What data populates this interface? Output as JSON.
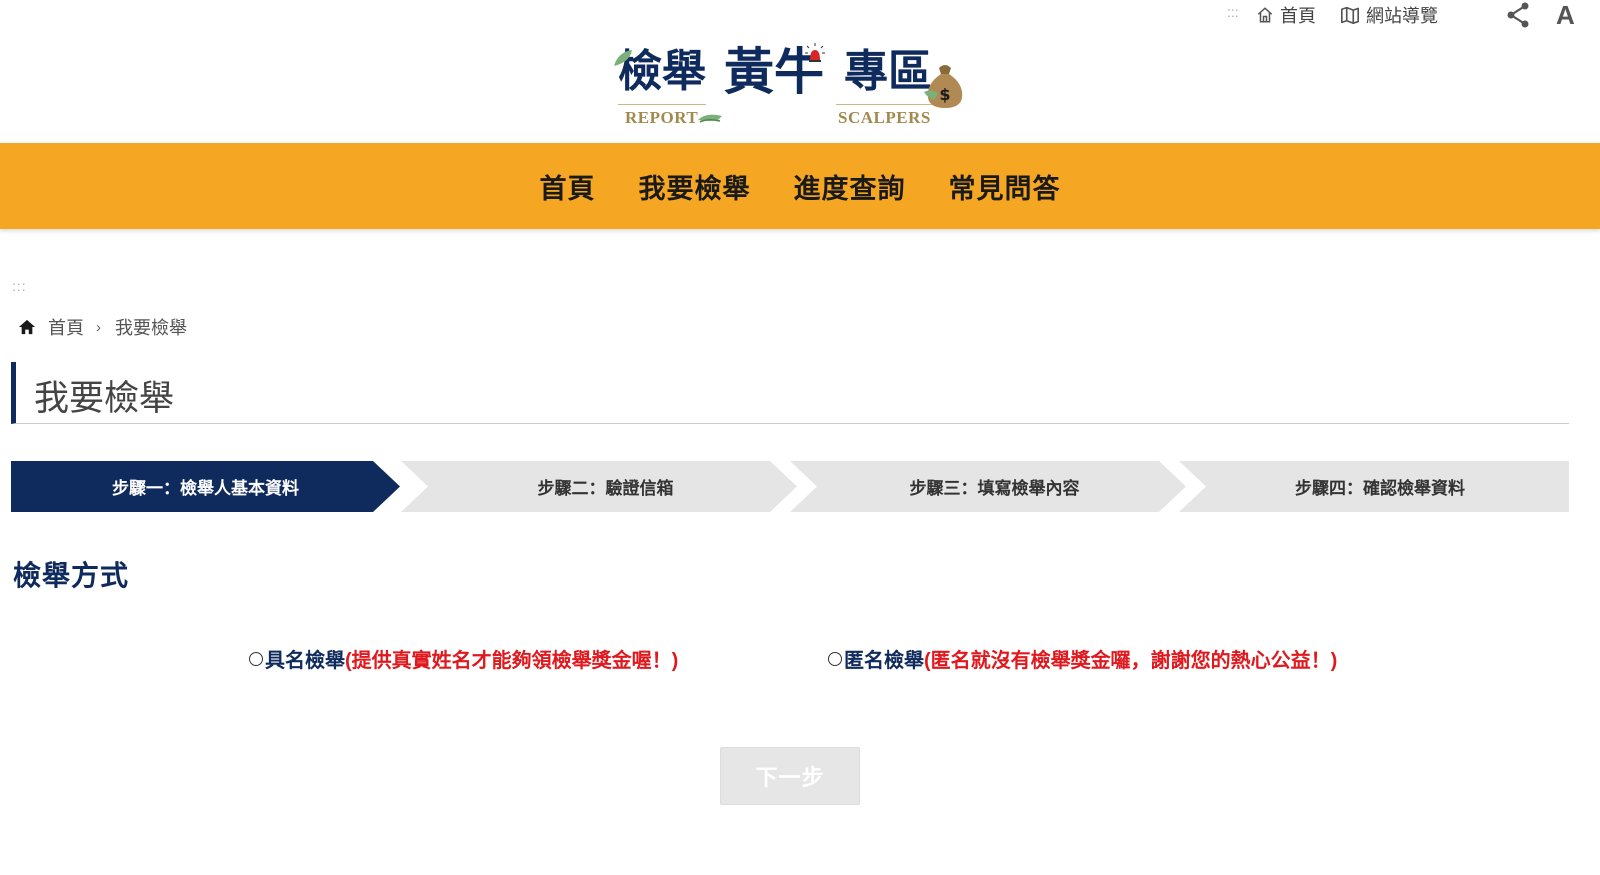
{
  "utility": {
    "accesskey": ":::",
    "home_label": "首頁",
    "sitemap_label": "網站導覽",
    "share_icon": "share-icon",
    "font_icon": "font-size-icon"
  },
  "logo": {
    "line1": "檢舉",
    "line2": "黃牛",
    "line3": "專區",
    "sub_left": "REPORT",
    "sub_right": "SCALPERS"
  },
  "nav": {
    "items": [
      "首頁",
      "我要檢舉",
      "進度查詢",
      "常見問答"
    ]
  },
  "content_accesskey": ":::",
  "breadcrumb": {
    "home": "首頁",
    "current": "我要檢舉"
  },
  "page_title": "我要檢舉",
  "steps": [
    {
      "label": "步驟一：檢舉人基本資料",
      "active": true
    },
    {
      "label": "步驟二：驗證信箱",
      "active": false
    },
    {
      "label": "步驟三：填寫檢舉內容",
      "active": false
    },
    {
      "label": "步驟四：確認檢舉資料",
      "active": false
    }
  ],
  "section": {
    "heading": "檢舉方式",
    "options": [
      {
        "label": "具名檢舉",
        "note": "(提供真實姓名才能夠領檢舉獎金喔！)"
      },
      {
        "label": "匿名檢舉",
        "note": "(匿名就沒有檢舉獎金囉，謝謝您的熱心公益！)"
      }
    ]
  },
  "next_button": "下一步",
  "colors": {
    "navy": "#0f2a5c",
    "orange": "#f5a623",
    "red": "#e0191e",
    "step_inactive": "#e5e5e5"
  }
}
